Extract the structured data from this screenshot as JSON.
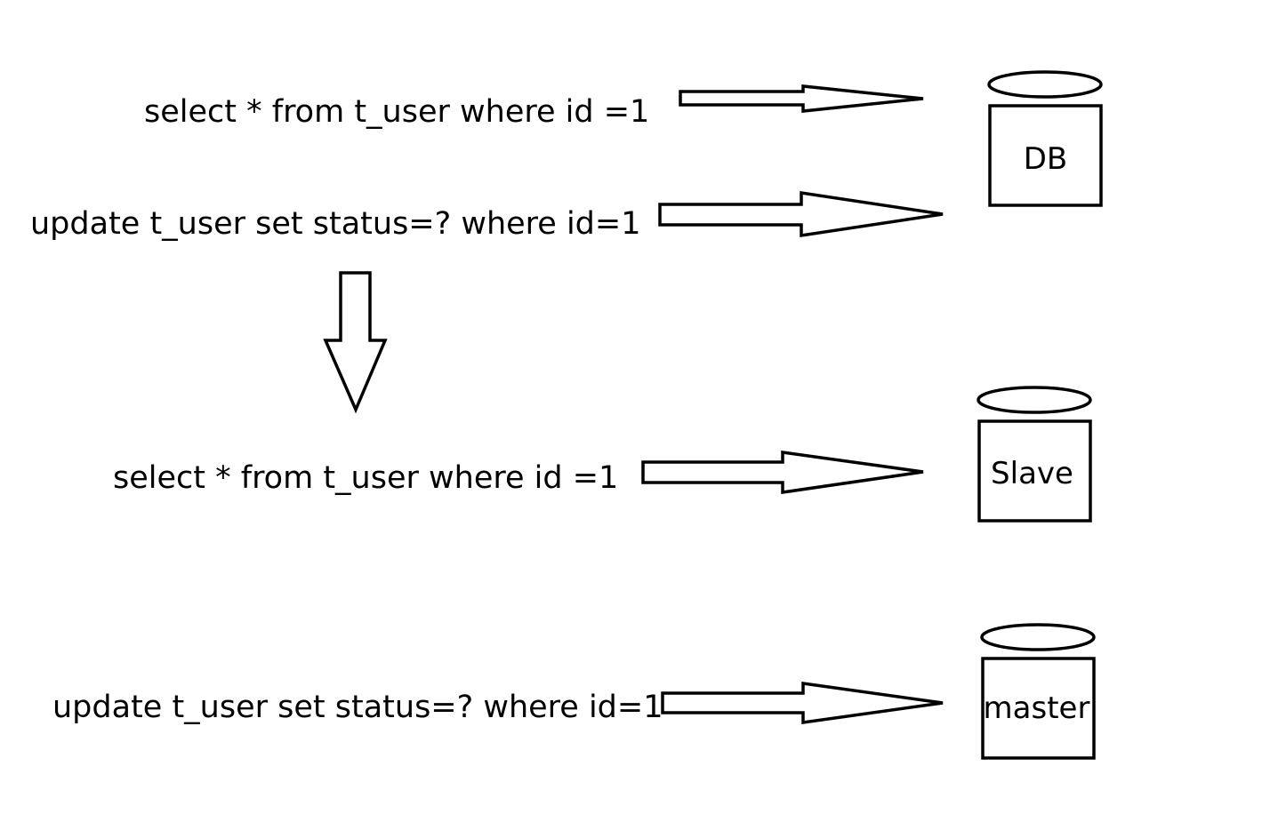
{
  "colors": {
    "stroke": "#000000",
    "background": "#ffffff",
    "text": "#000000"
  },
  "statements": [
    {
      "id": "select-1",
      "text": "select * from t_user where id =1"
    },
    {
      "id": "update-1",
      "text": "update t_user set status=? where id=1"
    },
    {
      "id": "select-2",
      "text": "select * from t_user where id =1"
    },
    {
      "id": "update-2",
      "text": "update t_user set status=? where id=1"
    }
  ],
  "databases": [
    {
      "id": "db",
      "label": "DB"
    },
    {
      "id": "slave",
      "label": "Slave"
    },
    {
      "id": "master",
      "label": "master"
    }
  ],
  "connections": [
    {
      "from": "select-1",
      "to": "db"
    },
    {
      "from": "update-1",
      "to": "db"
    },
    {
      "from": "update-1",
      "to": "select-2",
      "direction": "down"
    },
    {
      "from": "select-2",
      "to": "slave"
    },
    {
      "from": "update-2",
      "to": "master"
    }
  ]
}
